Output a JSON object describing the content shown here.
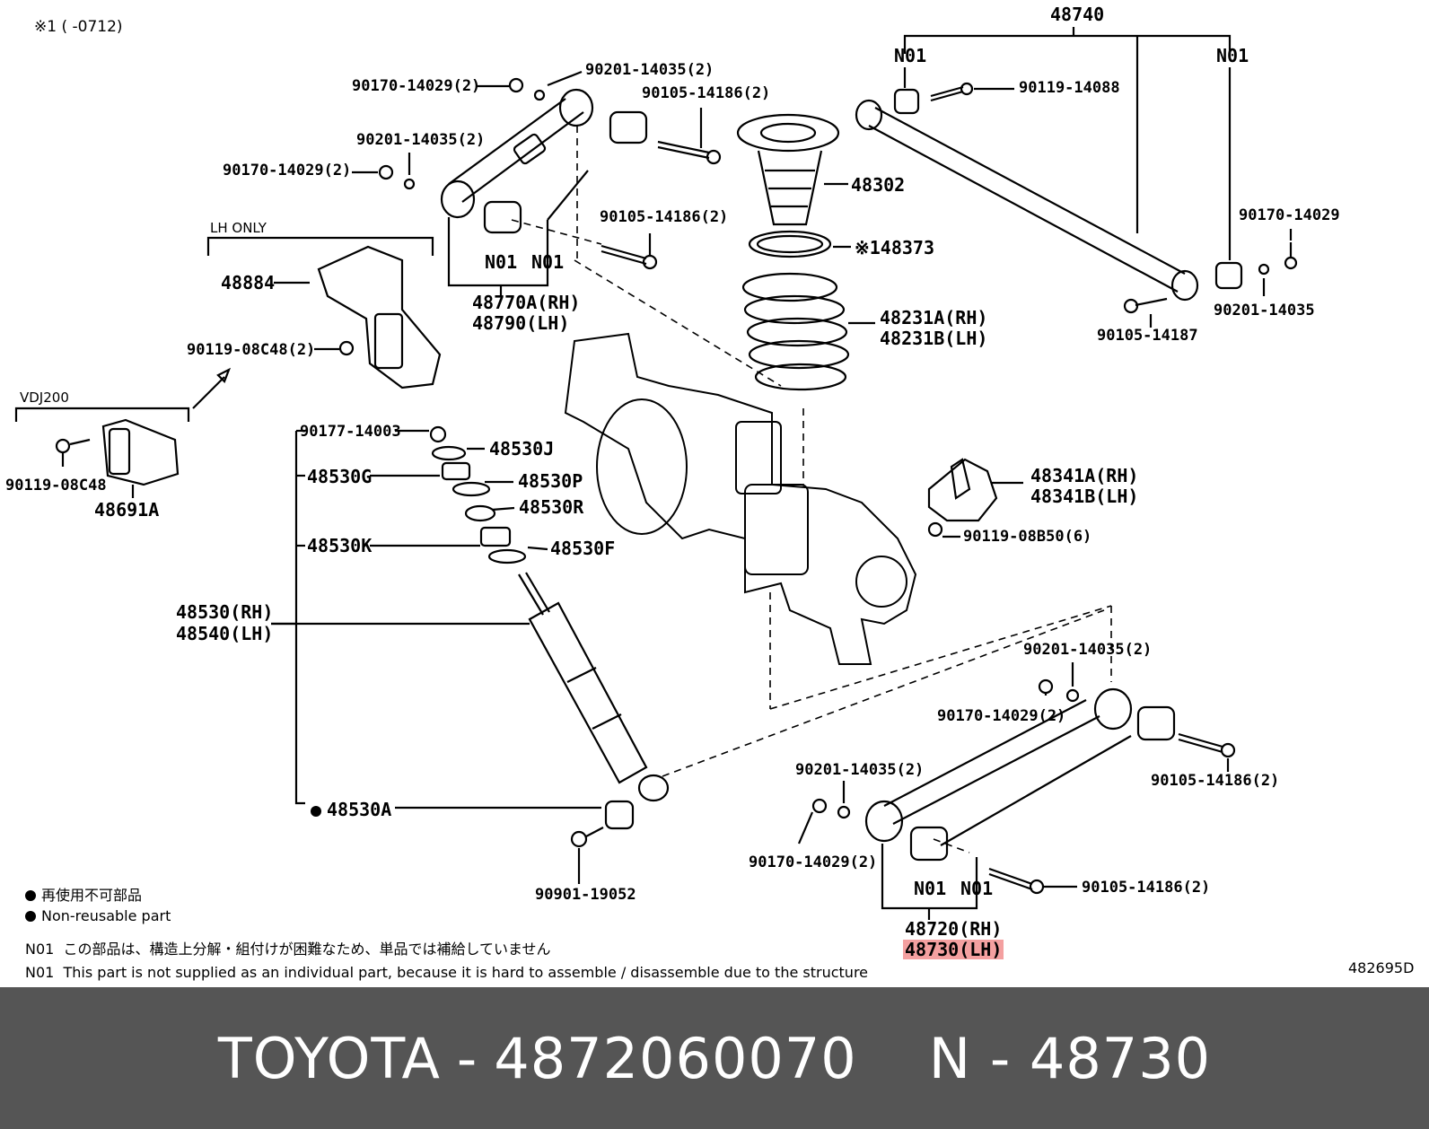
{
  "diagram": {
    "reference_code": "482695D",
    "header_note": "※1 (     -0712)",
    "top_group_label": "48740",
    "group_labels": {
      "lh_only": "LH ONLY",
      "vdj200": "VDJ200"
    },
    "parts": {
      "n01_a": "N01",
      "n01_b": "N01",
      "bolt_90119_14088": "90119-14088",
      "nut_90170_14029_tl": "90170-14029(2)",
      "washer_90201_14035_tl": "90201-14035(2)",
      "bolt_90105_14186_t": "90105-14186(2)",
      "washer_90201_14035_ml": "90201-14035(2)",
      "nut_90170_14029_ml": "90170-14029(2)",
      "bolt_90105_14186_m": "90105-14186(2)",
      "n01_c": "N01",
      "n01_d": "N01",
      "arm_48770A": "48770A(RH)",
      "arm_48790": "48790(LH)",
      "bumper_48302": "48302",
      "insulator_48373": "※148373",
      "spring_48231A": "48231A(RH)",
      "spring_48231B": "48231B(LH)",
      "nut_90170_14029_r": "90170-14029",
      "washer_90201_14035_r": "90201-14035",
      "bolt_90105_14187": "90105-14187",
      "bracket_48884": "48884",
      "bolt_90119_08C48_a": "90119-08C48(2)",
      "bolt_90119_08C48_b": "90119-08C48",
      "bracket_48691A": "48691A",
      "nut_90177_14003": "90177-14003",
      "cushion_48530J": "48530J",
      "retainer_48530G": "48530G",
      "cushion_48530P": "48530P",
      "retainer_48530R": "48530R",
      "retainer_48530K": "48530K",
      "cushion_48530F": "48530F",
      "shock_48530": "48530(RH)",
      "shock_48540": "48540(LH)",
      "bushing_48530A": "48530A",
      "bolt_90901_19052": "90901-19052",
      "bracket_48341A": "48341A(RH)",
      "bracket_48341B": "48341B(LH)",
      "bolt_90119_08B50": "90119-08B50(6)",
      "washer_90201_14035_br": "90201-14035(2)",
      "nut_90170_14029_br": "90170-14029(2)",
      "bolt_90105_14186_br": "90105-14186(2)",
      "washer_90201_14035_bm": "90201-14035(2)",
      "nut_90170_14029_bl": "90170-14029(2)",
      "n01_e": "N01",
      "n01_f": "N01",
      "bolt_90105_14186_bb": "90105-14186(2)",
      "arm_48720": "48720(RH)",
      "arm_48730": "48730(LH)"
    },
    "legend": {
      "non_reusable_jp": "再使用不可部品",
      "non_reusable_en": "Non-reusable part",
      "n01_code": "N01",
      "n01_jp": "この部品は、構造上分解・組付けが困難なため、単品では補給していません",
      "n01_en": "This part is not supplied as an individual part, because it is hard to assemble / disassemble due to the structure"
    }
  },
  "footer": {
    "brand": "TOYOTA",
    "part_number": "4872060070",
    "ref": "N - 48730",
    "separator": "-"
  },
  "colors": {
    "footer_bg": "#555555",
    "highlight": "#f4a0a0"
  }
}
